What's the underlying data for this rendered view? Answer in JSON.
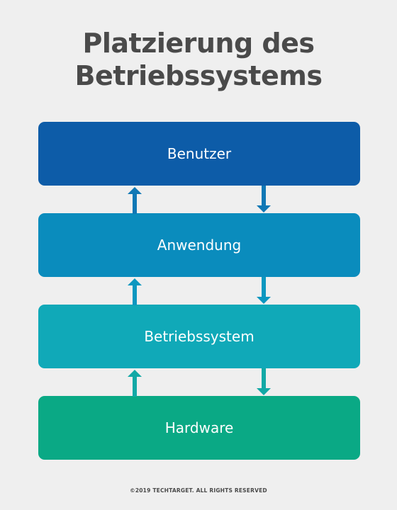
{
  "title": {
    "line1": "Platzierung des",
    "line2": "Betriebssystems"
  },
  "layers": [
    {
      "label": "Benutzer",
      "color": "#0d5ca8"
    },
    {
      "label": "Anwendung",
      "color": "#0a8cbd"
    },
    {
      "label": "Betriebssystem",
      "color": "#10a9b8"
    },
    {
      "label": "Hardware",
      "color": "#0aa985"
    }
  ],
  "arrow_colors": [
    "#1078b5",
    "#0c97c0",
    "#12a9a6"
  ],
  "icons": {
    "up": "arrow-up-icon",
    "down": "arrow-down-icon"
  },
  "footer": "©2019 TECHTARGET. ALL RIGHTS RESERVED"
}
